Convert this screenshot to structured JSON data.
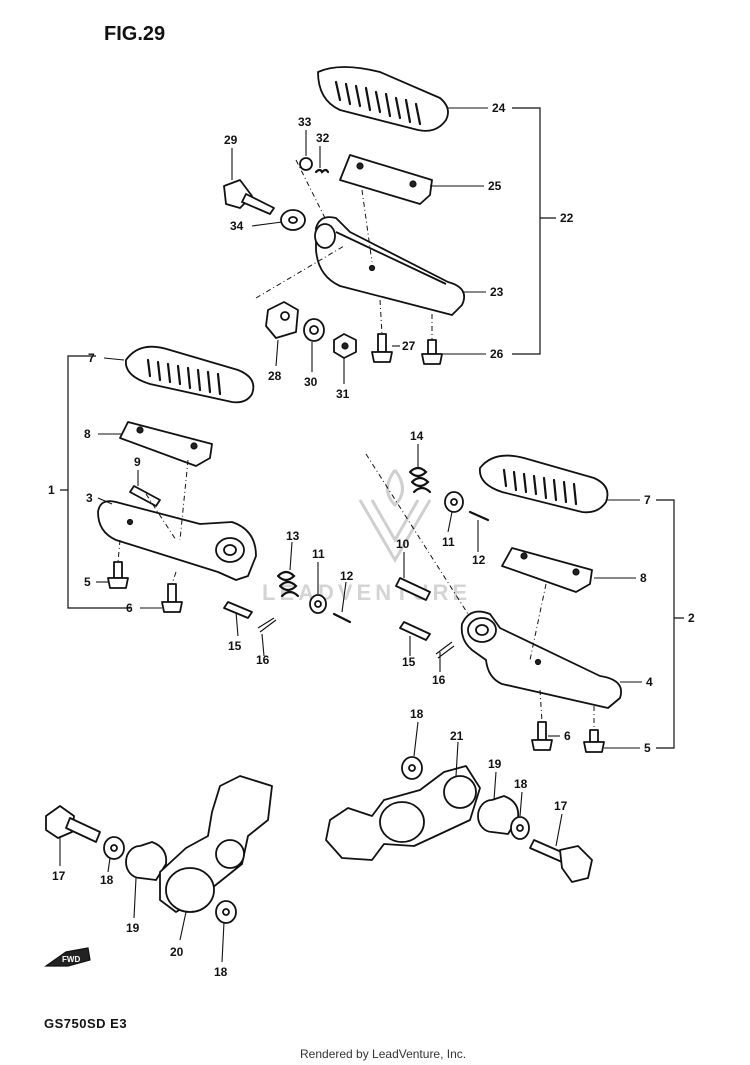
{
  "figure": {
    "title": "FIG.29",
    "model_code": "GS750SD E3",
    "footer": "Rendered by LeadVenture, Inc.",
    "watermark": "LEADVENTURE",
    "fwd_label": "FWD"
  },
  "callouts": {
    "c1": "1",
    "c2": "2",
    "c3": "3",
    "c4": "4",
    "c5a": "5",
    "c5b": "5",
    "c6a": "6",
    "c6b": "6",
    "c7a": "7",
    "c7b": "7",
    "c8a": "8",
    "c8b": "8",
    "c9": "9",
    "c10": "10",
    "c11a": "11",
    "c11b": "11",
    "c12a": "12",
    "c12b": "12",
    "c13": "13",
    "c14": "14",
    "c15a": "15",
    "c15b": "15",
    "c16a": "16",
    "c16b": "16",
    "c17a": "17",
    "c17b": "17",
    "c18a": "18",
    "c18b": "18",
    "c18c": "18",
    "c19a": "19",
    "c19b": "19",
    "c20": "20",
    "c21": "21",
    "c22": "22",
    "c23": "23",
    "c24": "24",
    "c25": "25",
    "c26": "26",
    "c27": "27",
    "c28": "28",
    "c29": "29",
    "c30": "30",
    "c31": "31",
    "c32": "32",
    "c33": "33",
    "c34": "34"
  }
}
